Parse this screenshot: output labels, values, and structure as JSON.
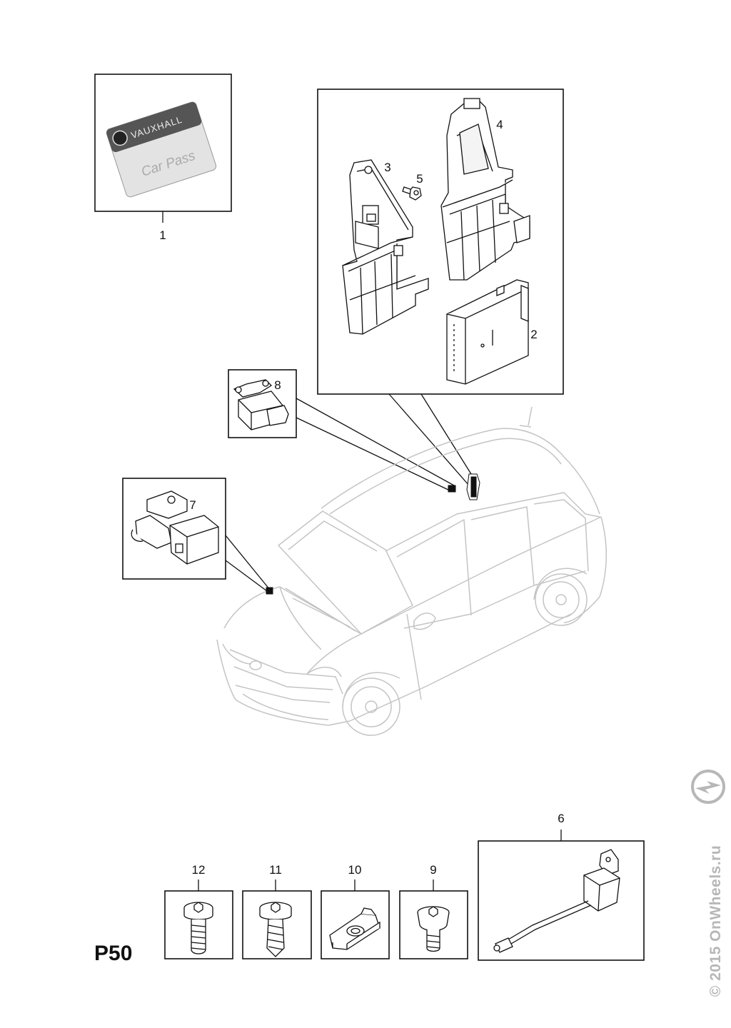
{
  "page_code": "P50",
  "copyright": "© 2015 OnWheels.ru",
  "callouts": [
    {
      "id": "1",
      "text": "1"
    },
    {
      "id": "2",
      "text": "2"
    },
    {
      "id": "3",
      "text": "3"
    },
    {
      "id": "4",
      "text": "4"
    },
    {
      "id": "5",
      "text": "5"
    },
    {
      "id": "6",
      "text": "6"
    },
    {
      "id": "7",
      "text": "7"
    },
    {
      "id": "8",
      "text": "8"
    },
    {
      "id": "9",
      "text": "9"
    },
    {
      "id": "10",
      "text": "10"
    },
    {
      "id": "11",
      "text": "11"
    },
    {
      "id": "12",
      "text": "12"
    }
  ],
  "car_pass_card": {
    "brand": "VAUXHALL",
    "text": "Car Pass"
  },
  "colors": {
    "line": "#111111",
    "car": "#c4c4c4",
    "card_dark": "#5a5a5a",
    "card_light": "#e2e2e2",
    "watermark": "#b7b7b7"
  }
}
